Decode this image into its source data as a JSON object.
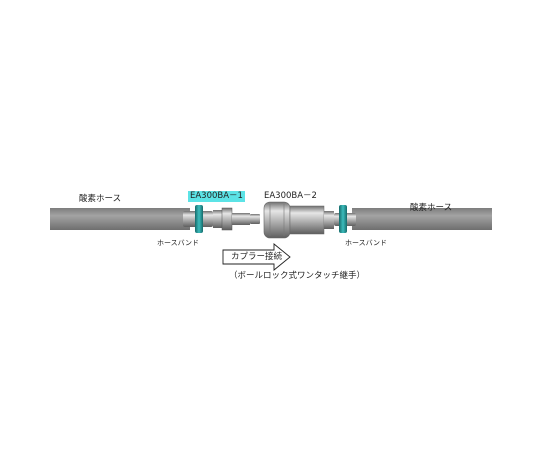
{
  "labels": {
    "hose_left": "酸素ホース",
    "hose_right": "酸素ホース",
    "plug_model": "EA300BA－1",
    "socket_model": "EA300BA－2",
    "band_left": "ホースバンド",
    "band_right": "ホースバンド",
    "coupler_connect": "カプラー接続",
    "coupler_type": "（ボールロック式ワンタッチ継手）"
  },
  "colors": {
    "hose": "#8e8e8e",
    "metal": "#b9b9b9",
    "band": "#1f8f8f",
    "highlight": "#5ce3e6"
  }
}
